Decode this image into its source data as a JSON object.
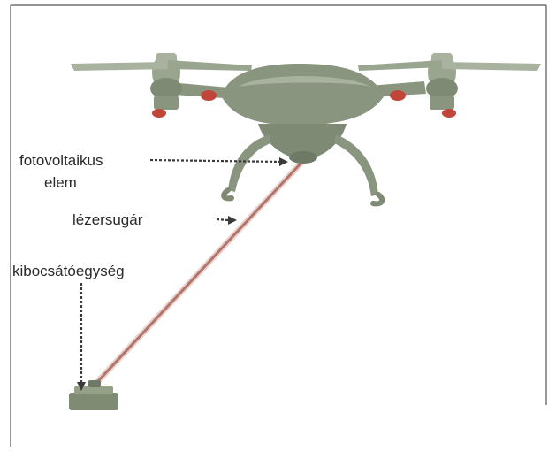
{
  "labels": {
    "photovoltaic_line1": "fotovoltaikus",
    "photovoltaic_line2": "elem",
    "laser_beam": "lézersugár",
    "emitter_unit": "kibocsátóegység"
  },
  "colors": {
    "drone_body": "#8a9580",
    "drone_dark": "#6f7a66",
    "drone_light": "#a8b29e",
    "motor_red": "#c0463a",
    "laser": "#b3746a",
    "emitter": "#7f8c73",
    "arrow": "#3a3a3a"
  }
}
